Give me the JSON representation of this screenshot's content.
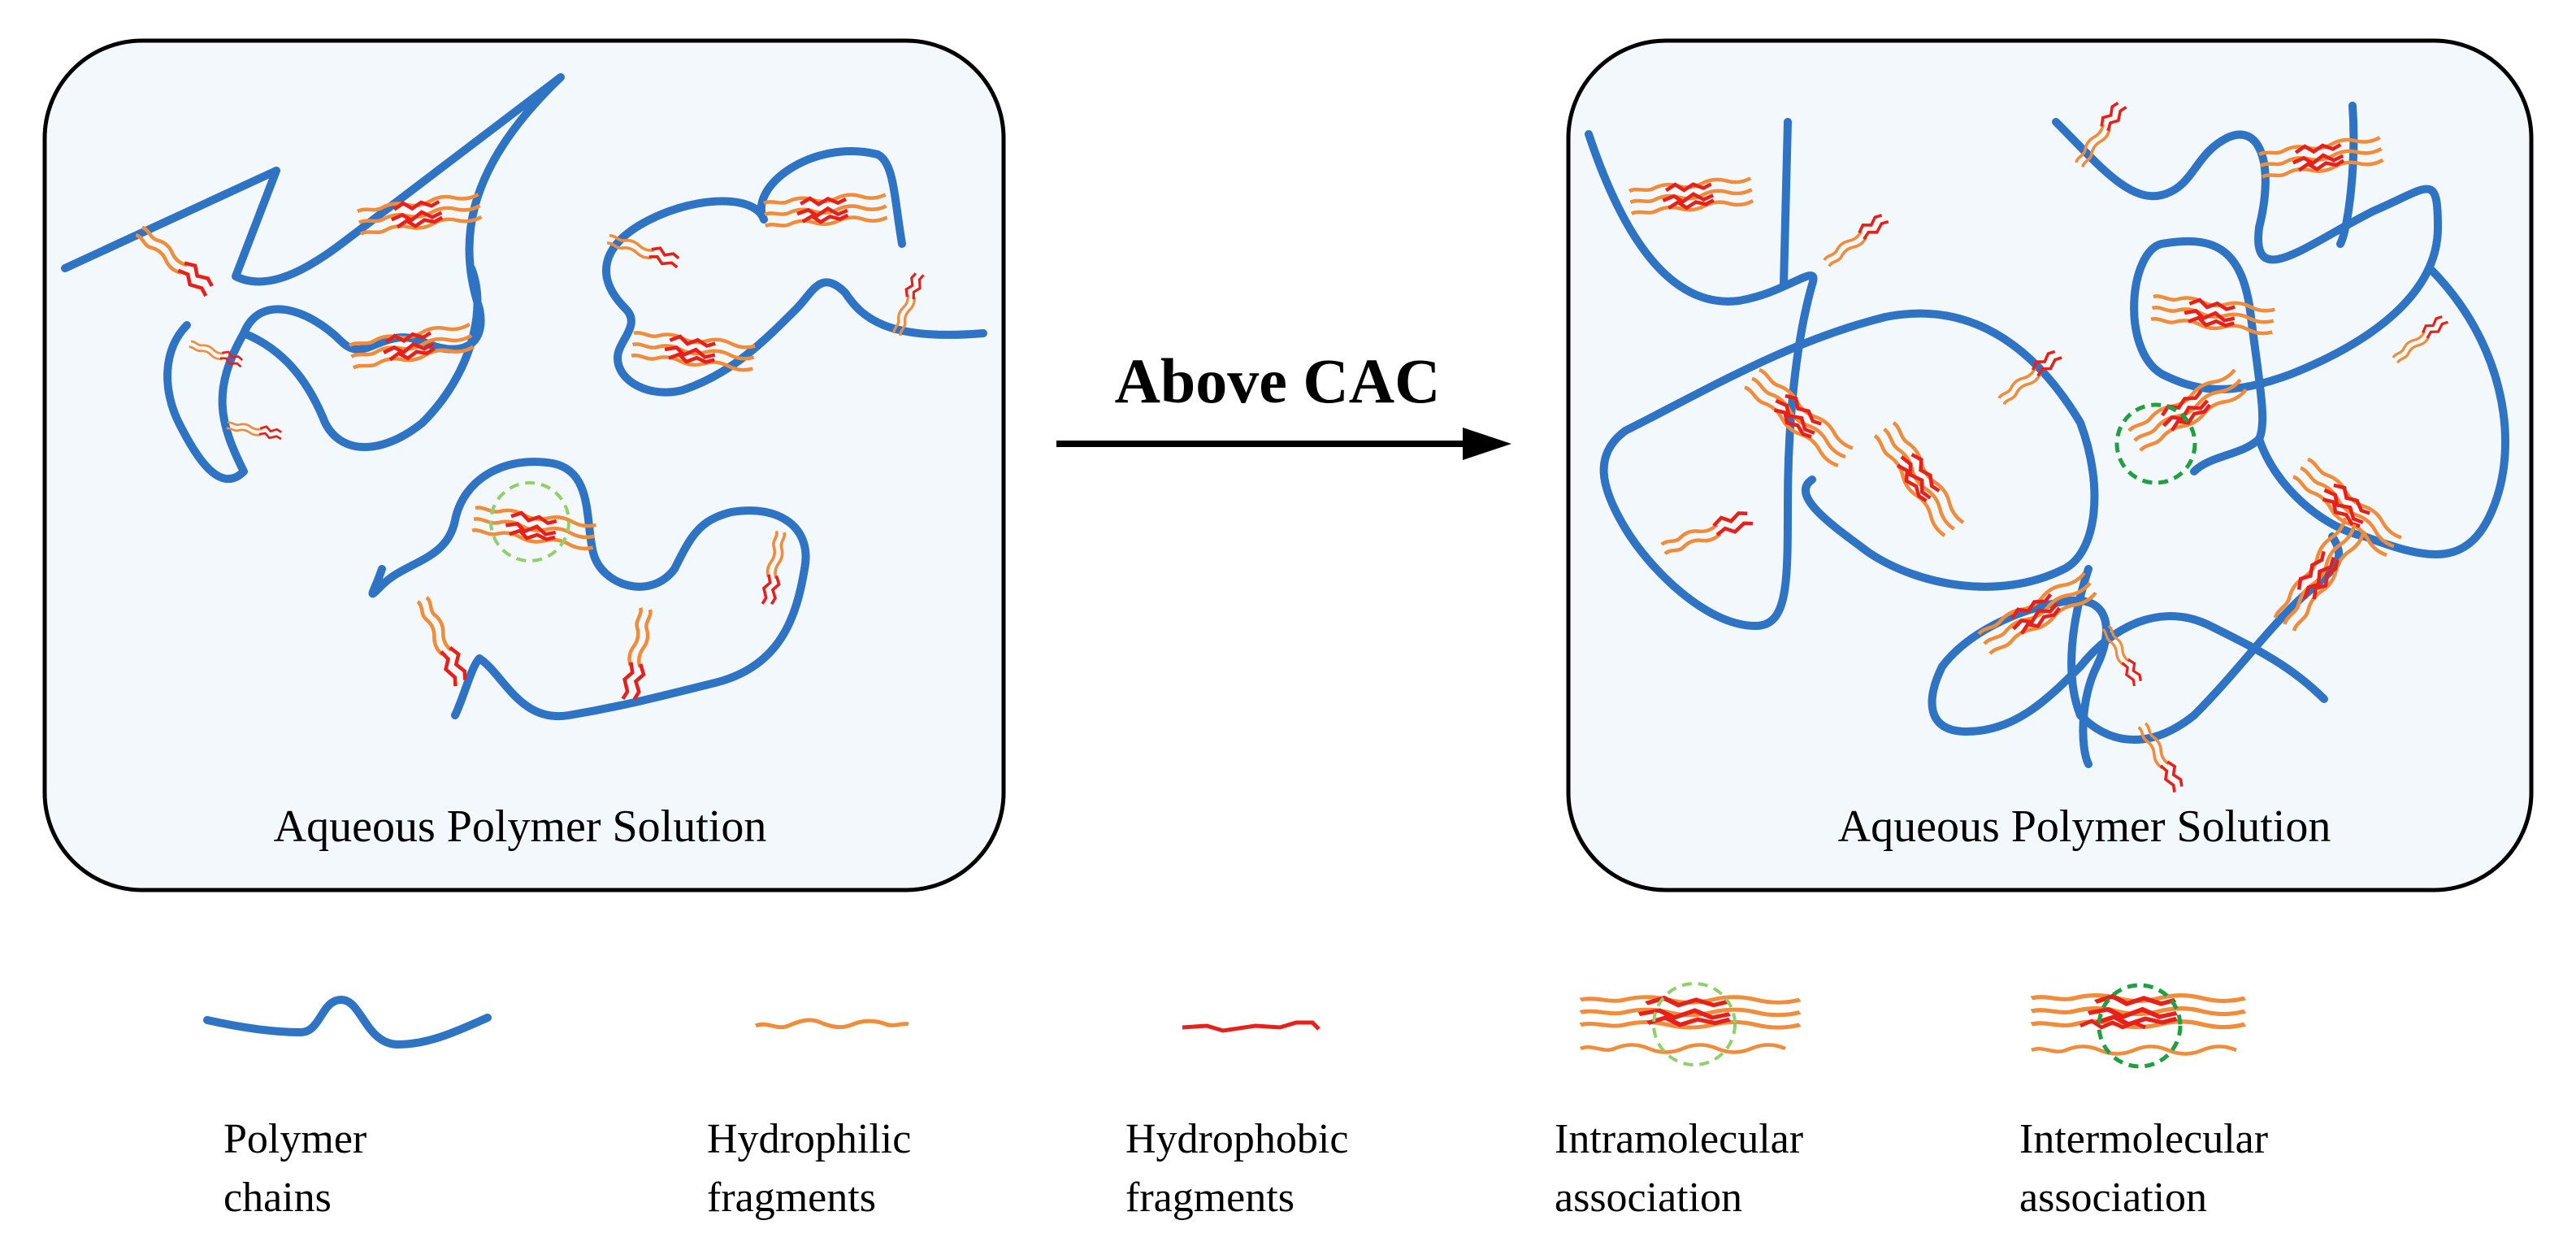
{
  "panels": {
    "left": {
      "caption": "Aqueous Polymer Solution"
    },
    "right": {
      "caption": "Aqueous Polymer Solution"
    }
  },
  "arrow": {
    "label": "Above CAC"
  },
  "legend": [
    {
      "icon": "polymer-chain-icon",
      "line1": "Polymer",
      "line2": "chains"
    },
    {
      "icon": "hydrophilic-fragment-icon",
      "line1": "Hydrophilic",
      "line2": "fragments"
    },
    {
      "icon": "hydrophobic-fragment-icon",
      "line1": "Hydrophobic",
      "line2": "fragments"
    },
    {
      "icon": "intramolecular-association-icon",
      "line1": "Intramolecular",
      "line2": "association"
    },
    {
      "icon": "intermolecular-association-icon",
      "line1": "Intermolecular",
      "line2": "association"
    }
  ],
  "colors": {
    "polymer": "#2f74c4",
    "hydrophilic": "#f08c3a",
    "hydrophobic": "#e8201a",
    "intra_circle": "#8fd06a",
    "inter_circle": "#20a040",
    "panel_bg": "#f3f8fc",
    "panel_border": "#000000"
  }
}
